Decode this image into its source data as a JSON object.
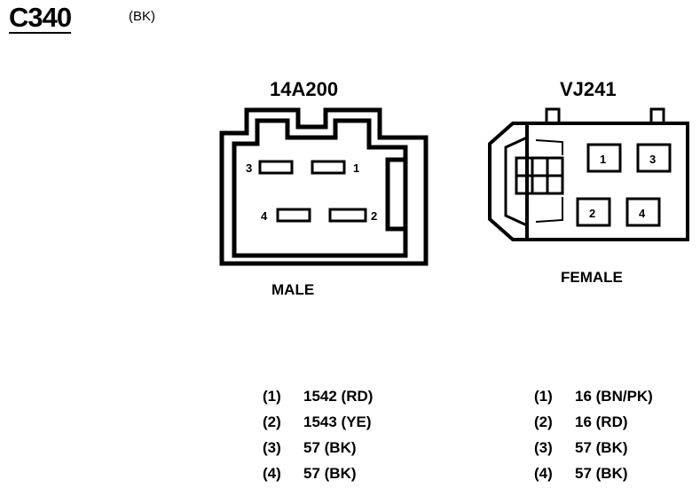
{
  "header": {
    "connector_id": "C340",
    "color": "(BK)"
  },
  "male": {
    "part_number": "14A200",
    "gender": "MALE",
    "cavity_labels": [
      "1",
      "2",
      "3",
      "4"
    ],
    "pins": [
      {
        "num": "(1)",
        "circuit": "1542 (RD)"
      },
      {
        "num": "(2)",
        "circuit": "1543 (YE)"
      },
      {
        "num": "(3)",
        "circuit": "57 (BK)"
      },
      {
        "num": "(4)",
        "circuit": "57 (BK)"
      }
    ]
  },
  "female": {
    "part_number": "VJ241",
    "gender": "FEMALE",
    "cavity_labels": [
      "1",
      "2",
      "3",
      "4"
    ],
    "pins": [
      {
        "num": "(1)",
        "circuit": "16 (BN/PK)"
      },
      {
        "num": "(2)",
        "circuit": "16 (RD)"
      },
      {
        "num": "(3)",
        "circuit": "57 (BK)"
      },
      {
        "num": "(4)",
        "circuit": "57 (BK)"
      }
    ]
  }
}
